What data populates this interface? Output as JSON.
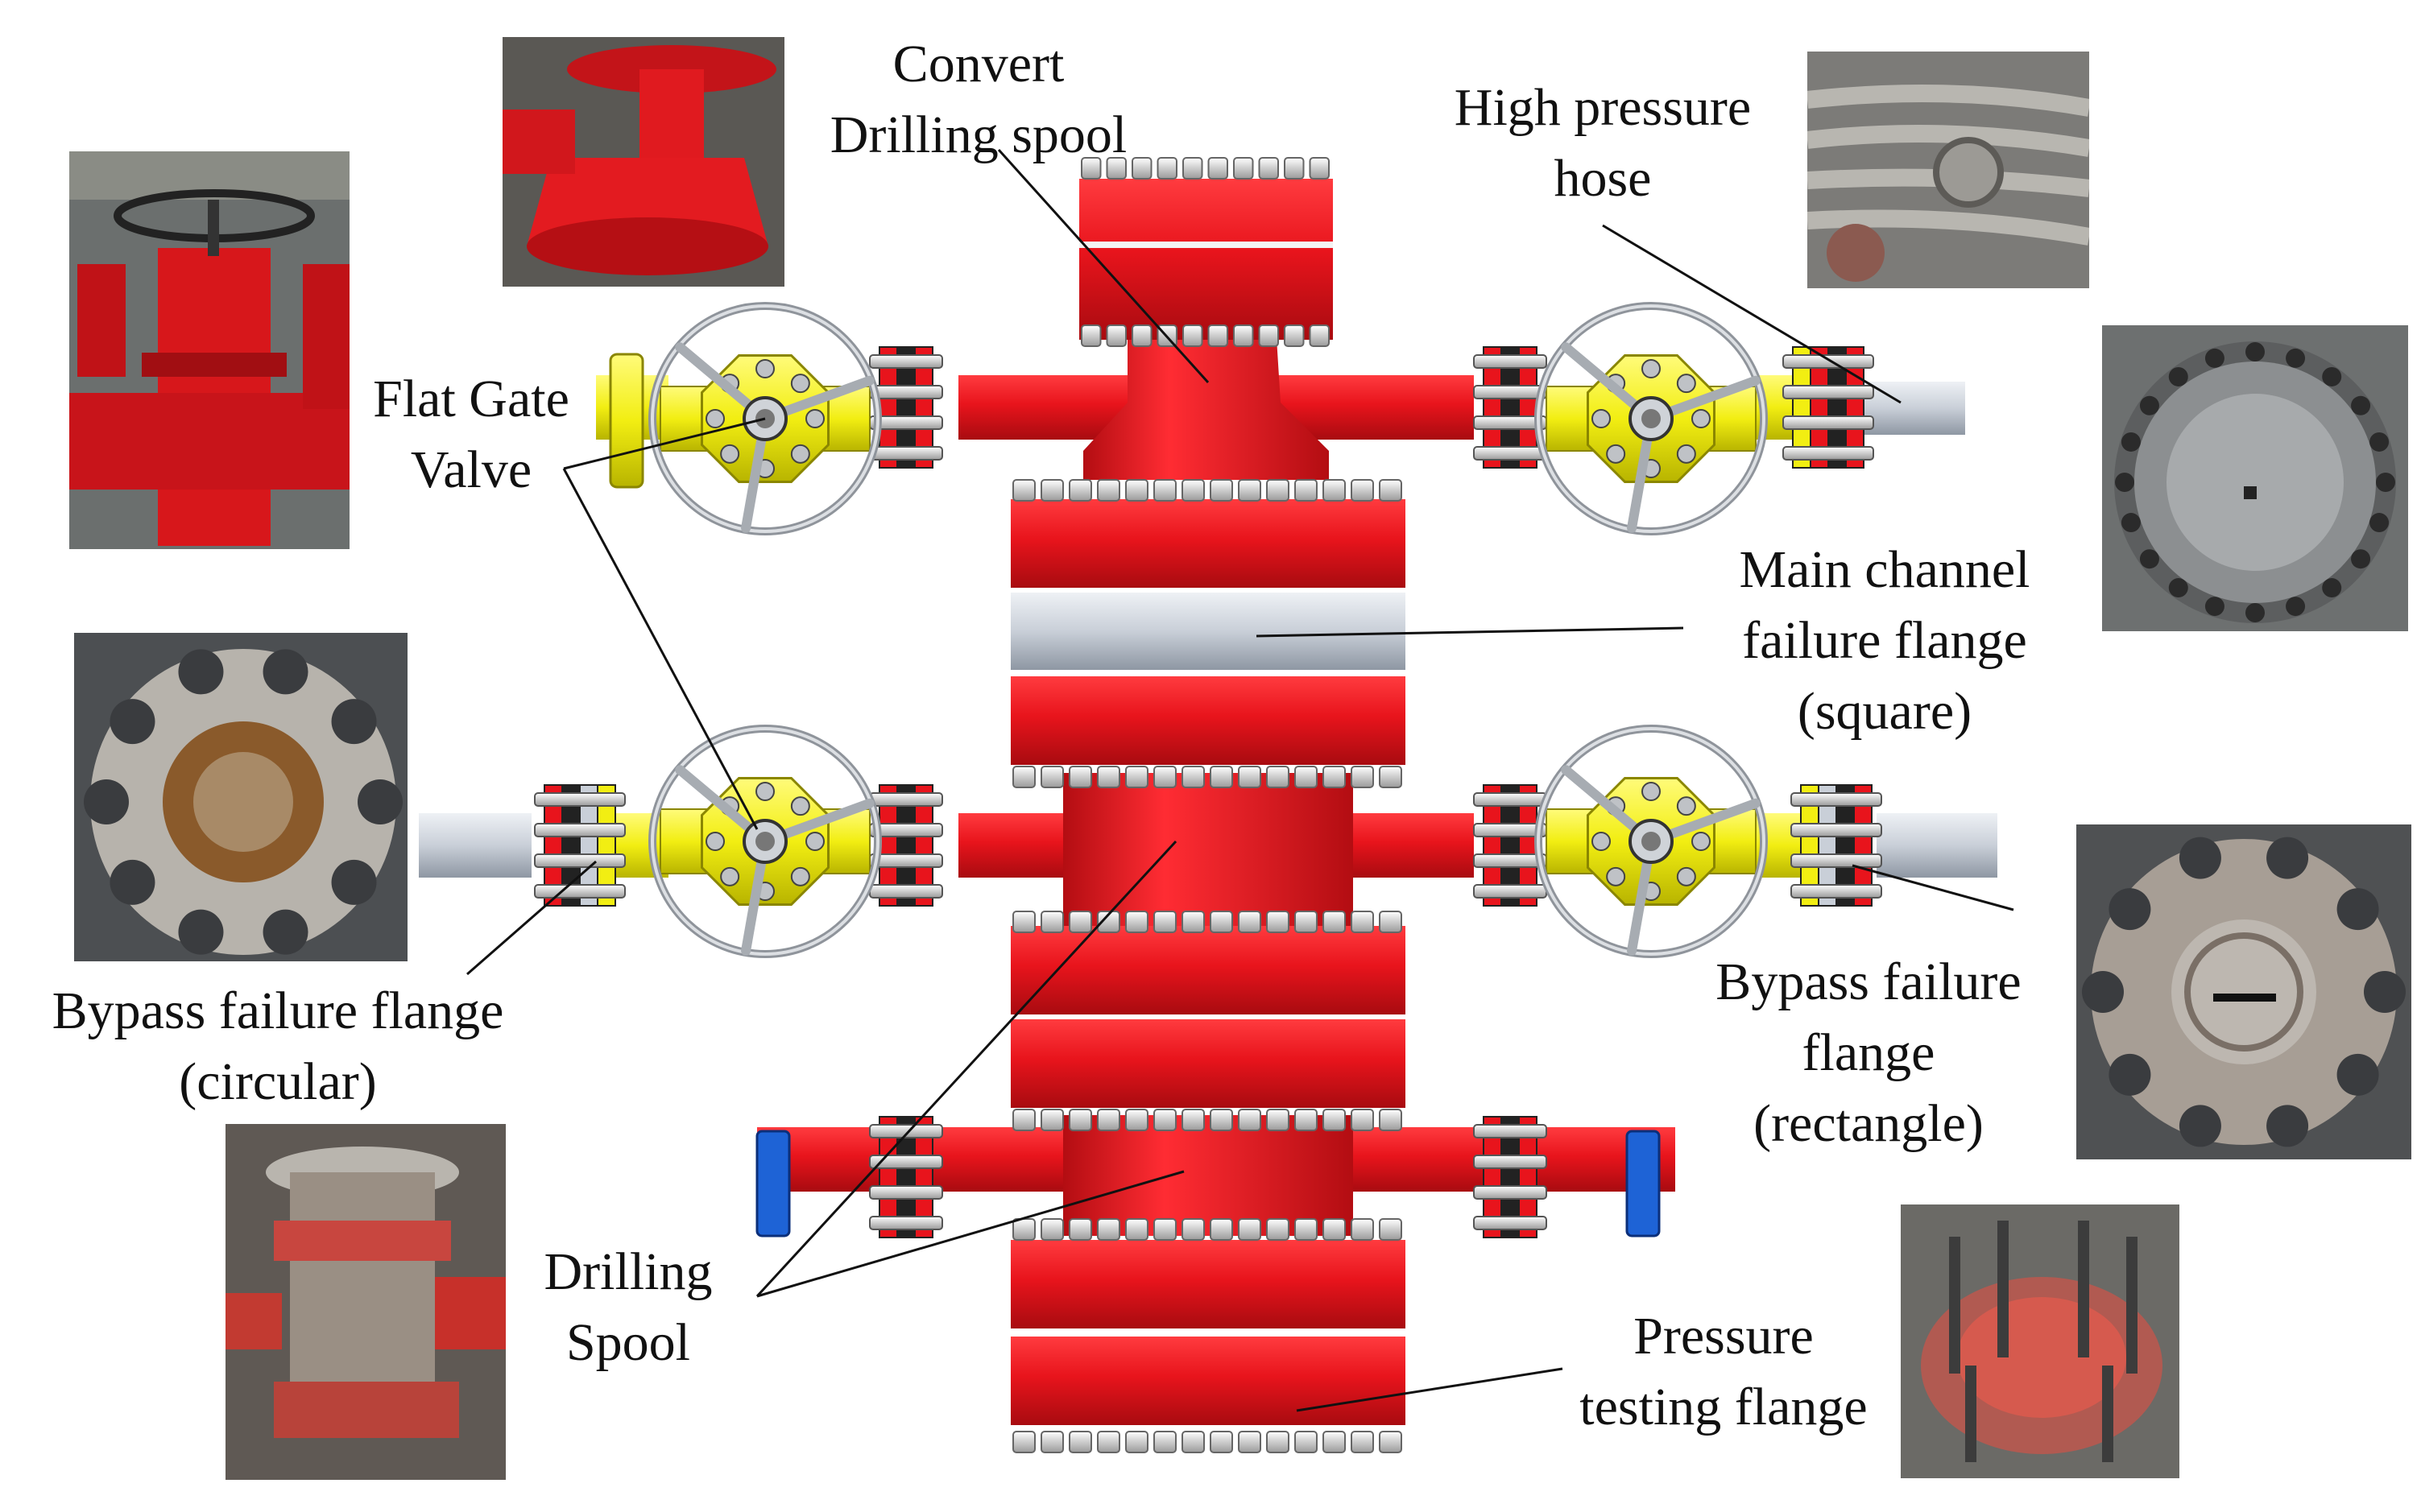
{
  "labels": {
    "convert_drilling_spool": [
      "Convert",
      "Drilling spool"
    ],
    "high_pressure_hose": [
      "High pressure",
      "hose"
    ],
    "flat_gate_valve": [
      "Flat Gate",
      "Valve"
    ],
    "main_channel_failure_flange": [
      "Main channel",
      "failure flange",
      "(square)"
    ],
    "bypass_failure_flange_circular": [
      "Bypass failure flange",
      "(circular)"
    ],
    "bypass_failure_flange_rectangle": [
      "Bypass failure",
      "flange",
      "(rectangle)"
    ],
    "drilling_spool": [
      "Drilling",
      "Spool"
    ],
    "pressure_testing_flange": [
      "Pressure",
      "testing flange"
    ]
  },
  "photos": [
    "gate-valve-photo",
    "drilling-spool-photo-top",
    "high-pressure-hose-photo",
    "main-channel-flange-photo",
    "circular-flange-photo",
    "rectangle-flange-photo",
    "drilling-spool-photo-bottom",
    "pressure-testing-flange-photo"
  ],
  "colors": {
    "body_red": "#e8141c",
    "body_red_dark": "#b30d12",
    "valve_yellow": "#f2ee12",
    "failure_flange_gray": "#c9cfd8",
    "bolt_gray": "#d8d8d8",
    "cap_blue": "#1e63d6",
    "leader_line": "#111111"
  }
}
